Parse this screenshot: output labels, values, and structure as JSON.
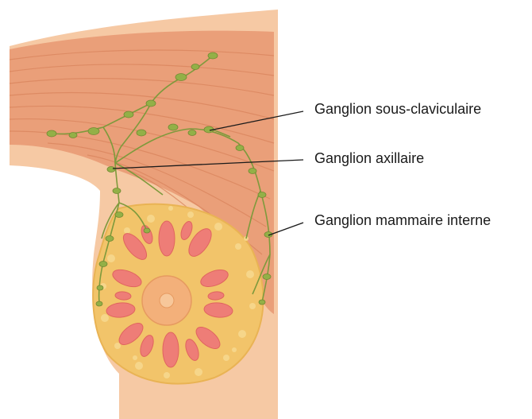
{
  "labels": {
    "subclavian": "Ganglion sous-claviculaire",
    "axillary": "Ganglion axillaire",
    "internal_mammary": "Ganglion mammaire interne"
  },
  "colors": {
    "skin": "#f6c9a4",
    "muscle": "#ea9f79",
    "muscle_stripe": "#d9845c",
    "fat": "#f2c46a",
    "gland": "#ee7d77",
    "areola": "#f3b07a",
    "node": "#93b047",
    "vessel": "#7e9a3c",
    "leader": "#1a1a1a"
  }
}
